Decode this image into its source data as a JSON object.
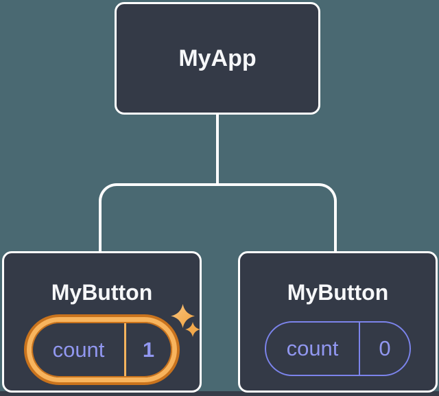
{
  "diagram": {
    "description": "React component tree showing isolated state",
    "root": {
      "label": "MyApp"
    },
    "children": [
      {
        "label": "MyButton",
        "state": {
          "key": "count",
          "value": "1"
        },
        "highlighted": true
      },
      {
        "label": "MyButton",
        "state": {
          "key": "count",
          "value": "0"
        },
        "highlighted": false
      }
    ],
    "colors": {
      "background": "#4A6972",
      "node_fill": "#343A47",
      "node_border": "#FFFFFF",
      "connector": "#FFFFFF",
      "title_text": "#F6F7F9",
      "state_accent": "#7C84EC",
      "state_text": "#9197F0",
      "highlight_gold": "#F8B45D",
      "highlight_orange": "#C9731D",
      "sparkle": "#F6AE55",
      "bottom_strip": "#363C48"
    }
  }
}
